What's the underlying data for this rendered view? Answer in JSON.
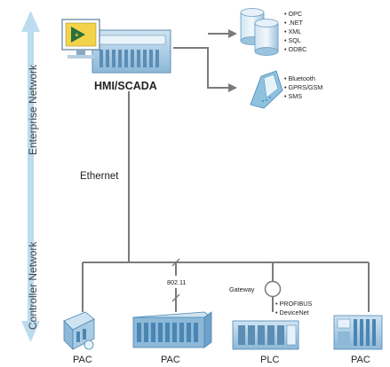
{
  "side_labels": {
    "enterprise": "Enterprise Network",
    "controller": "Controller Network"
  },
  "hmi_label": "HMI/SCADA",
  "ethernet_label": "Ethernet",
  "database_items": [
    "OPC",
    ".NET",
    "XML",
    "SQL",
    "ODBC"
  ],
  "wireless_items": [
    "Bluetooth",
    "GPRS/GSM",
    "SMS"
  ],
  "wifi_label": "802.11",
  "gateway_label": "Gateway",
  "fieldbus_items": [
    "PROFIBUS",
    "DeviceNet"
  ],
  "devices": [
    "PAC",
    "PAC",
    "PLC",
    "PAC"
  ],
  "colors": {
    "line": "#7a7a7a",
    "arrow": "#8ec3e0",
    "device_blue": "#7fb2d4",
    "device_dark": "#4a86b4",
    "monitor_yellow": "#f3d34a"
  }
}
